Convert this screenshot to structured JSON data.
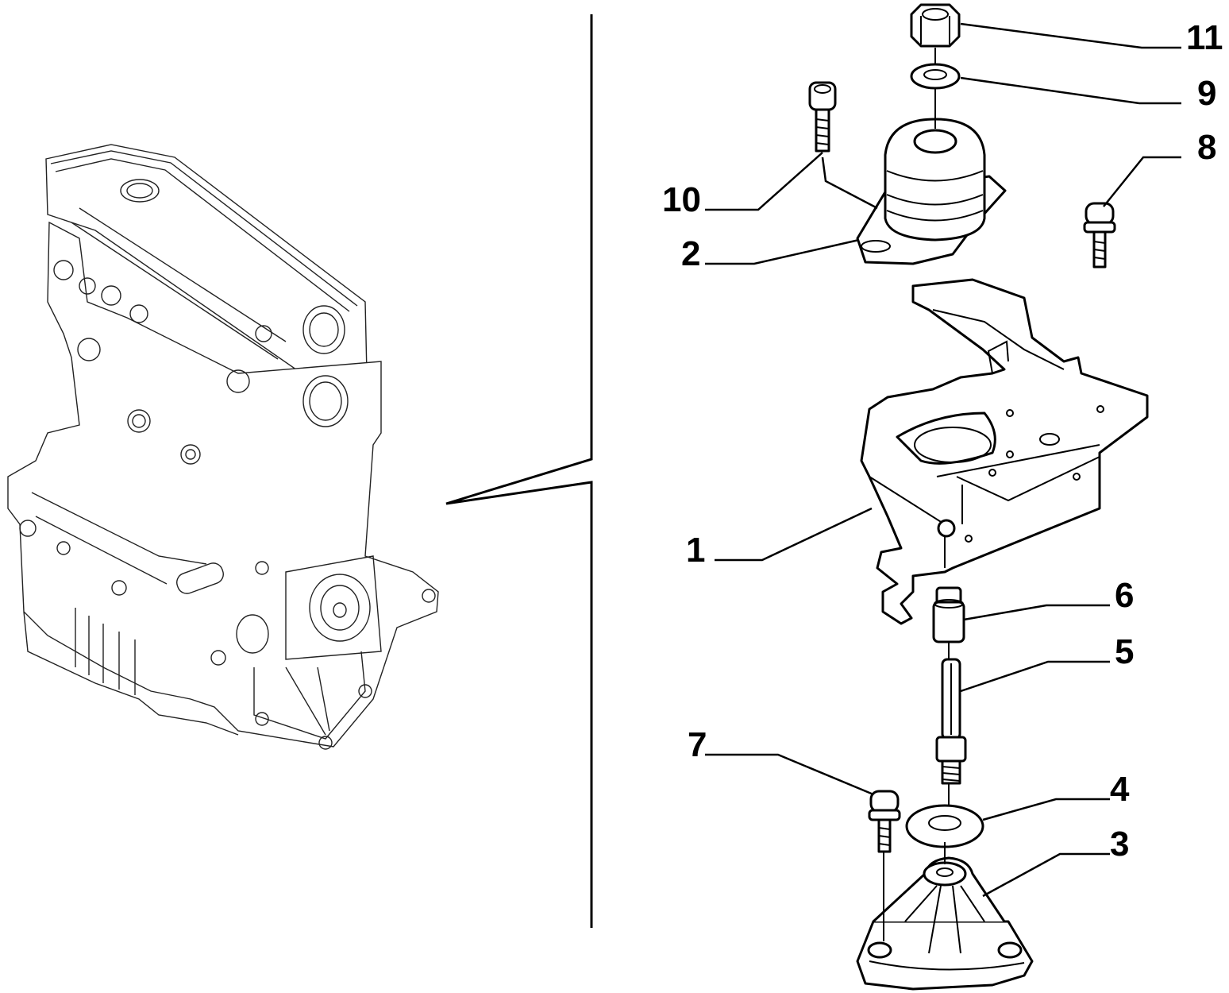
{
  "callouts": [
    {
      "id": "11",
      "label": "11"
    },
    {
      "id": "9",
      "label": "9"
    },
    {
      "id": "8",
      "label": "8"
    },
    {
      "id": "10",
      "label": "10"
    },
    {
      "id": "2",
      "label": "2"
    },
    {
      "id": "1",
      "label": "1"
    },
    {
      "id": "6",
      "label": "6"
    },
    {
      "id": "5",
      "label": "5"
    },
    {
      "id": "7",
      "label": "7"
    },
    {
      "id": "4",
      "label": "4"
    },
    {
      "id": "3",
      "label": "3"
    }
  ]
}
